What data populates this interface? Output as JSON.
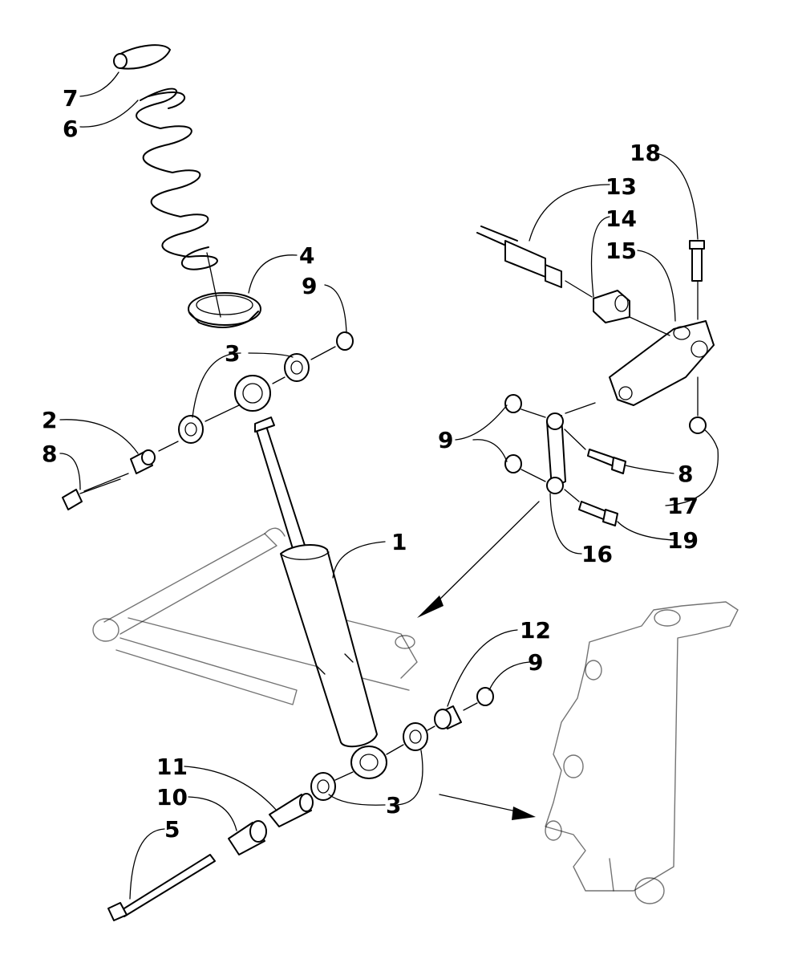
{
  "callouts": {
    "c1": "1",
    "c2": "2",
    "c3a": "3",
    "c3b": "3",
    "c4": "4",
    "c5": "5",
    "c6": "6",
    "c7": "7",
    "c8a": "8",
    "c8b": "8",
    "c9a": "9",
    "c9b": "9",
    "c9c": "9",
    "c10": "10",
    "c11": "11",
    "c12": "12",
    "c13": "13",
    "c14": "14",
    "c15": "15",
    "c16": "16",
    "c17": "17",
    "c18": "18",
    "c19": "19"
  }
}
